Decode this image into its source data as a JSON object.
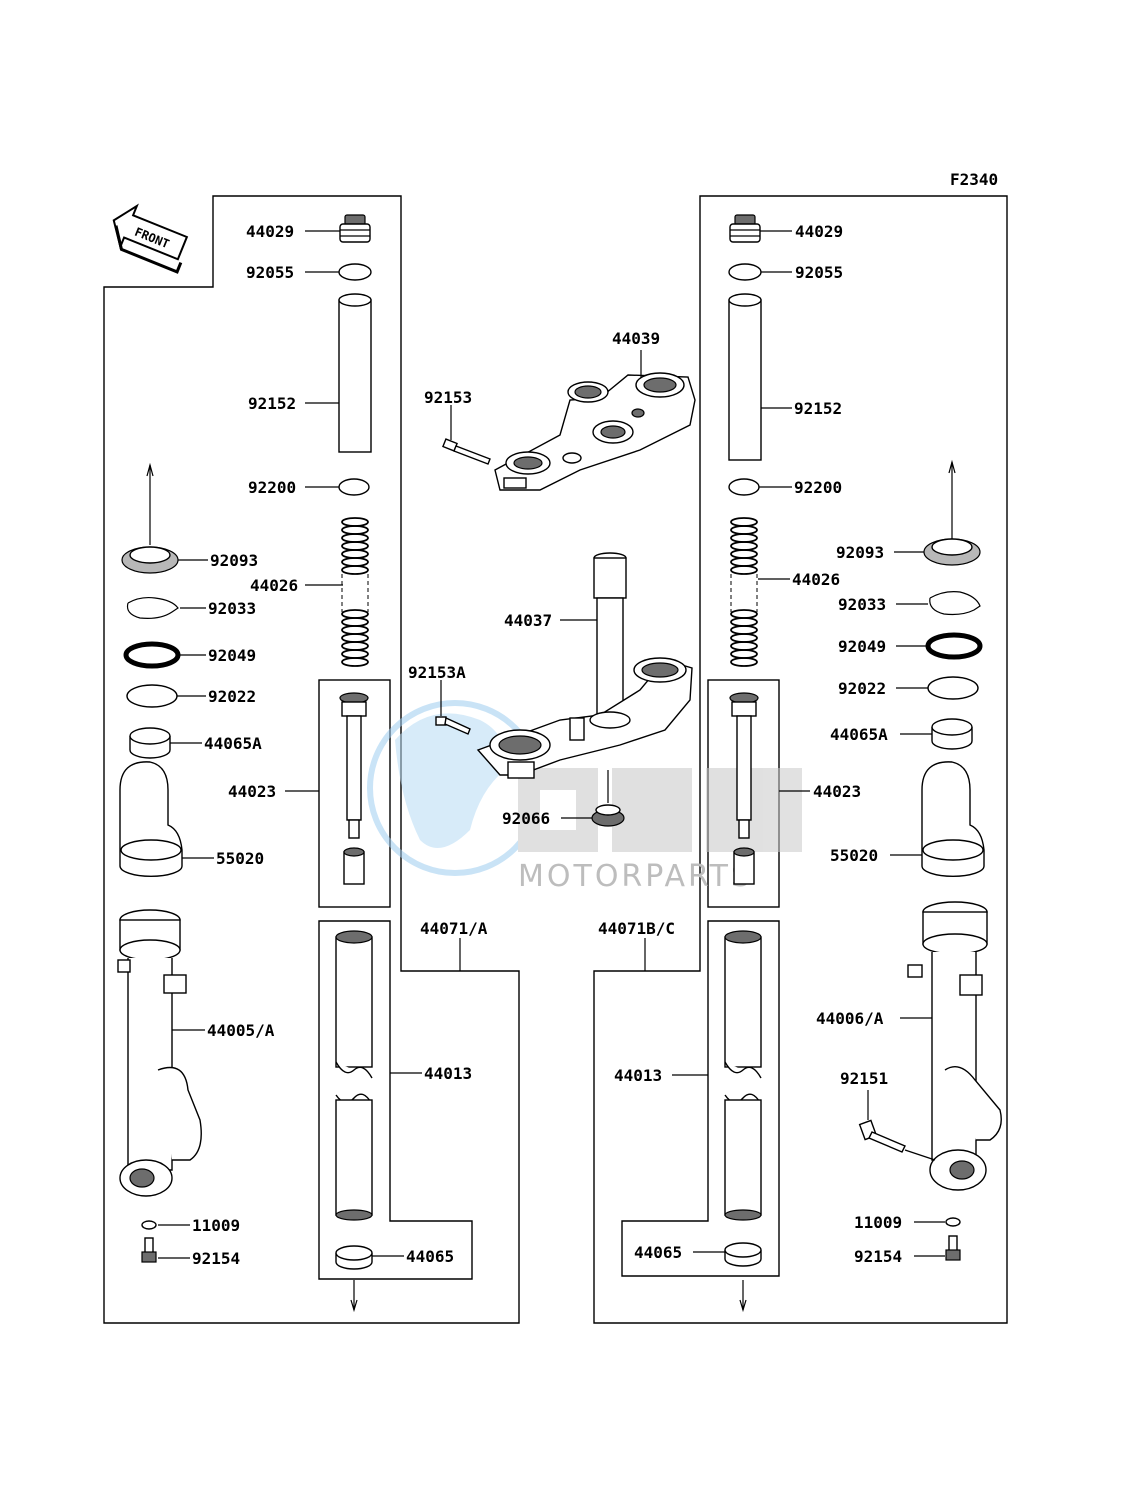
{
  "figure_code": "F2340",
  "front_label": "FRONT",
  "watermark": {
    "brand": "OEM",
    "sub": "MOTORPARTS",
    "color": "#9ecdf0"
  },
  "labels": {
    "l_44029": "44029",
    "l_92055": "92055",
    "l_92152": "92152",
    "l_92200": "92200",
    "l_44026": "44026",
    "l_92093": "92093",
    "l_92033": "92033",
    "l_92049": "92049",
    "l_92022": "92022",
    "l_44065A": "44065A",
    "l_44023": "44023",
    "l_55020": "55020",
    "l_44005A": "44005/A",
    "l_44013": "44013",
    "l_11009": "11009",
    "l_92154": "92154",
    "l_44065": "44065",
    "l_44071A": "44071/A",
    "c_44039": "44039",
    "c_92153": "92153",
    "c_44037": "44037",
    "c_92153A": "92153A",
    "c_92066": "92066",
    "r_44029": "44029",
    "r_92055": "92055",
    "r_92152": "92152",
    "r_92200": "92200",
    "r_44026": "44026",
    "r_92093": "92093",
    "r_92033": "92033",
    "r_92049": "92049",
    "r_92022": "92022",
    "r_44065A": "44065A",
    "r_44023": "44023",
    "r_55020": "55020",
    "r_44006A": "44006/A",
    "r_92151": "92151",
    "r_44013": "44013",
    "r_11009": "11009",
    "r_92154": "92154",
    "r_44065": "44065",
    "r_44071BC": "44071B/C"
  }
}
